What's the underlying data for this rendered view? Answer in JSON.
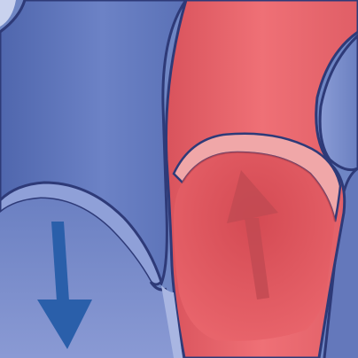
{
  "diagram": {
    "colors": {
      "background": "#6f86c4",
      "left_chamber": "#5c74b8",
      "left_chamber_light": "#8e9fd6",
      "artery": "#e8636b",
      "artery_light": "#f3a0a2",
      "artery_dark": "#c94952",
      "right_vessel": "#7f93cf",
      "outline": "#2e3a78",
      "down_arrow": "#2a5faa",
      "up_arrow": "#c24a52"
    },
    "parts": [
      {
        "id": "left-chamber",
        "fill": "blue"
      },
      {
        "id": "aorta-vessel",
        "fill": "red"
      },
      {
        "id": "right-vessel",
        "fill": "blue"
      },
      {
        "id": "mitral-valve-leaflet",
        "fill": "blue"
      },
      {
        "id": "aortic-valve-leaflet",
        "fill": "red"
      }
    ],
    "arrows": [
      {
        "id": "down-flow-arrow",
        "direction": "down",
        "color": "blue"
      },
      {
        "id": "up-flow-arrow",
        "direction": "up",
        "color": "red"
      }
    ]
  }
}
